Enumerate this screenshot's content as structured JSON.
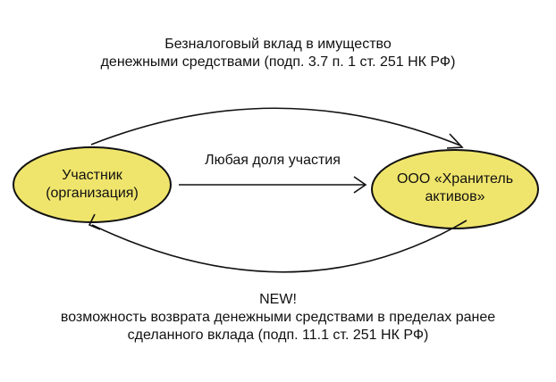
{
  "top_caption": {
    "line1": "Безналоговый вклад в имущество",
    "line2": "денежными средствами (подп. 3.7 п. 1 ст. 251 НК РФ)"
  },
  "middle_arrow_label": "Любая доля участия",
  "nodes": {
    "left": {
      "line1": "Участник",
      "line2": "(организация)"
    },
    "right": {
      "line1": "ООО «Хранитель",
      "line2": "активов»"
    }
  },
  "bottom_caption": {
    "line1": "NEW!",
    "line2": "возможность возврата денежными средствами в пределах ранее",
    "line3": "сделанного вклада (подп. 11.1 ст. 251  НК РФ)"
  },
  "colors": {
    "node_fill": "#f0e56c",
    "stroke": "#111111"
  }
}
